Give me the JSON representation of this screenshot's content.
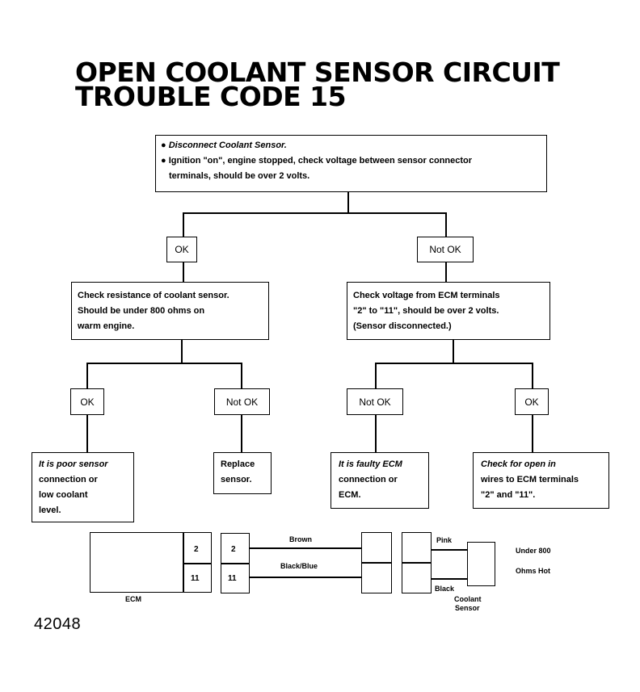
{
  "title": {
    "line1": "OPEN COOLANT SENSOR CIRCUIT",
    "line2": "TROUBLE CODE 15"
  },
  "steps": {
    "start": {
      "line1": "Disconnect Coolant Sensor.",
      "line2": "Ignition \"on\", engine stopped, check voltage between sensor connector",
      "line3": "terminals, should be over 2 volts."
    },
    "ok_label": "OK",
    "not_ok_label": "Not OK",
    "left_check": {
      "line1": "Check resistance of coolant sensor.",
      "line2": "Should be under 800 ohms on",
      "line3": "warm engine."
    },
    "right_check": {
      "line1": "Check voltage from ECM terminals",
      "line2": "\"2\" to \"11\", should be over 2 volts.",
      "line3": "(Sensor disconnected.)"
    },
    "result1": {
      "line1": "It is poor sensor",
      "line2": "connection or",
      "line3": "low coolant",
      "line4": "level."
    },
    "result2": {
      "line1": "Replace",
      "line2": "sensor."
    },
    "result3": {
      "line1": "It is faulty ECM",
      "line2": "connection or",
      "line3": "ECM."
    },
    "result4": {
      "line1": "Check for open in",
      "line2": "wires to ECM terminals",
      "line3": "\"2\" and \"11\"."
    }
  },
  "wiring": {
    "ecm_label": "ECM",
    "terminal_2": "2",
    "terminal_11": "11",
    "wire_brown": "Brown",
    "wire_black_blue": "Black/Blue",
    "wire_pink": "Pink",
    "wire_black": "Black",
    "sensor_label_1": "Coolant",
    "sensor_label_2": "Sensor",
    "spec_1": "Under 800",
    "spec_2": "Ohms Hot"
  },
  "figure_number": "42048"
}
